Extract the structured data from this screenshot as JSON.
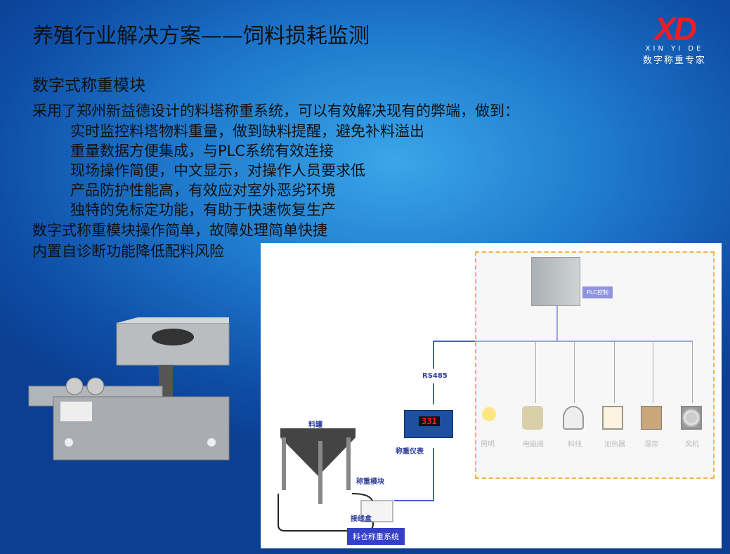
{
  "title": "养殖行业解决方案——饲料损耗监测",
  "logo": {
    "mark": "XD",
    "pinyin": "XIN YI DE",
    "slogan": "数字称重专家"
  },
  "subtitle": "数字式称重模块",
  "lines": [
    "采用了郑州新益德设计的料塔称重系统，可以有效解决现有的弊端，做到：",
    "实时监控料塔物料重量，做到缺料提醒，避免补料溢出",
    "重量数据方便集成，与PLC系统有效连接",
    "现场操作简便，中文显示，对操作人员要求低",
    "产品防护性能高，有效应对室外恶劣环境",
    "独特的免标定功能，有助于快速恢复生产",
    "数字式称重模块操作简单，故障处理简单快捷",
    " 内置自诊断功能降低配料风险"
  ],
  "diagram": {
    "plc_label": "PLC控制",
    "rs485": "RS485",
    "meter": "称重仪表",
    "meter_display": "331",
    "hopper": "料罐",
    "module": "称重模块",
    "junction": "接线盒",
    "caption": "料仓称重系统",
    "devices": [
      {
        "label": "照明",
        "icon": "bulb-icon"
      },
      {
        "label": "电磁阀",
        "icon": "valve-icon"
      },
      {
        "label": "料线",
        "icon": "feed-line-icon"
      },
      {
        "label": "加热器",
        "icon": "heater-icon"
      },
      {
        "label": "湿帘",
        "icon": "wet-curtain-icon"
      },
      {
        "label": "风机",
        "icon": "fan-icon"
      }
    ]
  },
  "colors": {
    "accent": "#ee1c25",
    "bus": "#4a5ee0",
    "dash": "#f5b04a"
  }
}
